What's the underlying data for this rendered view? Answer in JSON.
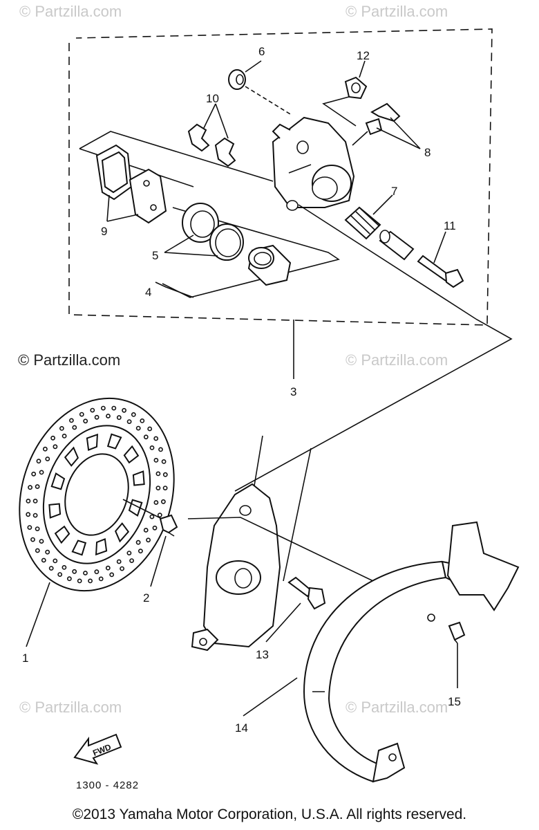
{
  "watermarks": {
    "corner": "© Partzilla.com",
    "main": "© Partzilla.com"
  },
  "callouts": [
    "1",
    "2",
    "3",
    "4",
    "5",
    "6",
    "7",
    "8",
    "9",
    "10",
    "11",
    "12",
    "13",
    "14",
    "15"
  ],
  "direction_label": "FWD",
  "diagram_ref": "1300 - 4282",
  "copyright": "©2013 Yamaha Motor Corporation, U.S.A. All rights reserved."
}
